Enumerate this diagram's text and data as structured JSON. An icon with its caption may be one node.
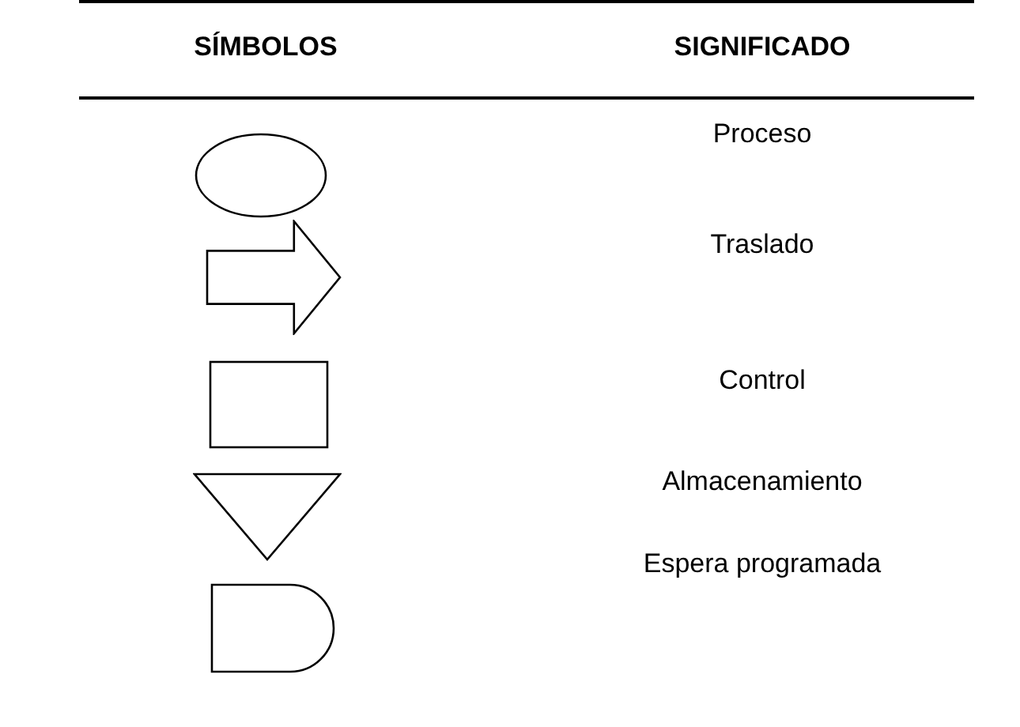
{
  "diagram": {
    "nodes": [
      {
        "text": [],
        "shape": "ellipse"
      },
      {
        "text": [],
        "shape": "arrow"
      },
      {
        "text": [],
        "shape": "box"
      },
      {
        "text": [],
        "shape": "triangle"
      },
      {
        "text": [],
        "shape": "delay"
      }
    ],
    "labels": [
      "SÍMBOLOS",
      "SIGNIFICADO",
      "Proceso",
      "Traslado",
      "Control",
      "Almacenamiento",
      "Espera programada"
    ]
  }
}
